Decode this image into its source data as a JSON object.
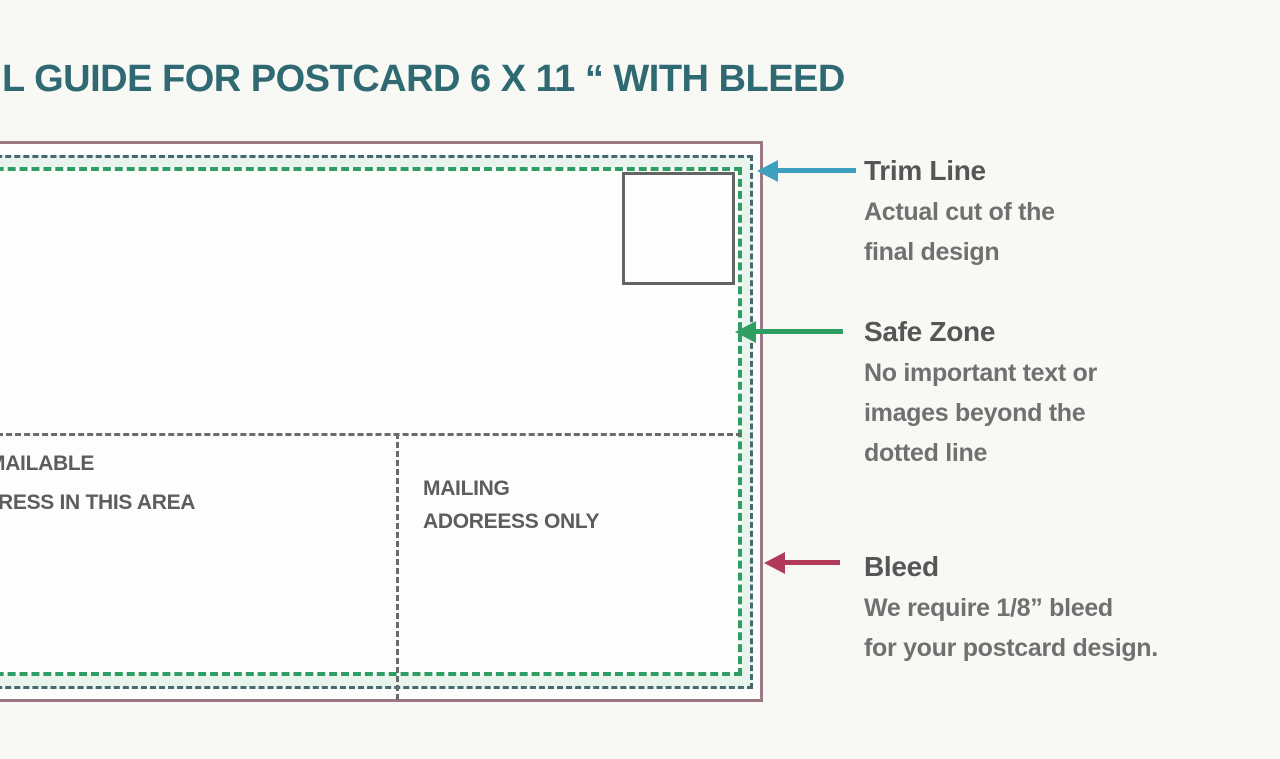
{
  "title": "L GUIDE FOR POSTCARD 6 X 11 “ WITH BLEED",
  "postcard": {
    "left_area": {
      "line1": "MAILABLE",
      "line2": "RESS IN THIS AREA"
    },
    "mailing_area": {
      "line1": "MAILING",
      "line2": "ADOREESS ONLY"
    }
  },
  "legend": {
    "trim": {
      "title": "Trim Line",
      "lines": [
        "Actual cut of the",
        "final design"
      ]
    },
    "safe": {
      "title": "Safe Zone",
      "lines": [
        "No important text or",
        "images beyond the",
        "dotted line"
      ]
    },
    "bleed": {
      "title": "Bleed",
      "lines": [
        "We require 1/8” bleed",
        "for your postcard design."
      ]
    }
  },
  "colors": {
    "title_text": "#2f6a73",
    "bleed_edge": "#9b7884",
    "trim_line": "#456970",
    "safe_line": "#2f9e63",
    "divider": "#6b6b6b",
    "trim_arrow": "#3f9fc0",
    "safe_arrow": "#2f9e63",
    "bleed_arrow": "#b23a59",
    "label_title": "#565656",
    "label_body": "#707070",
    "area_text": "#5d5d5d"
  }
}
